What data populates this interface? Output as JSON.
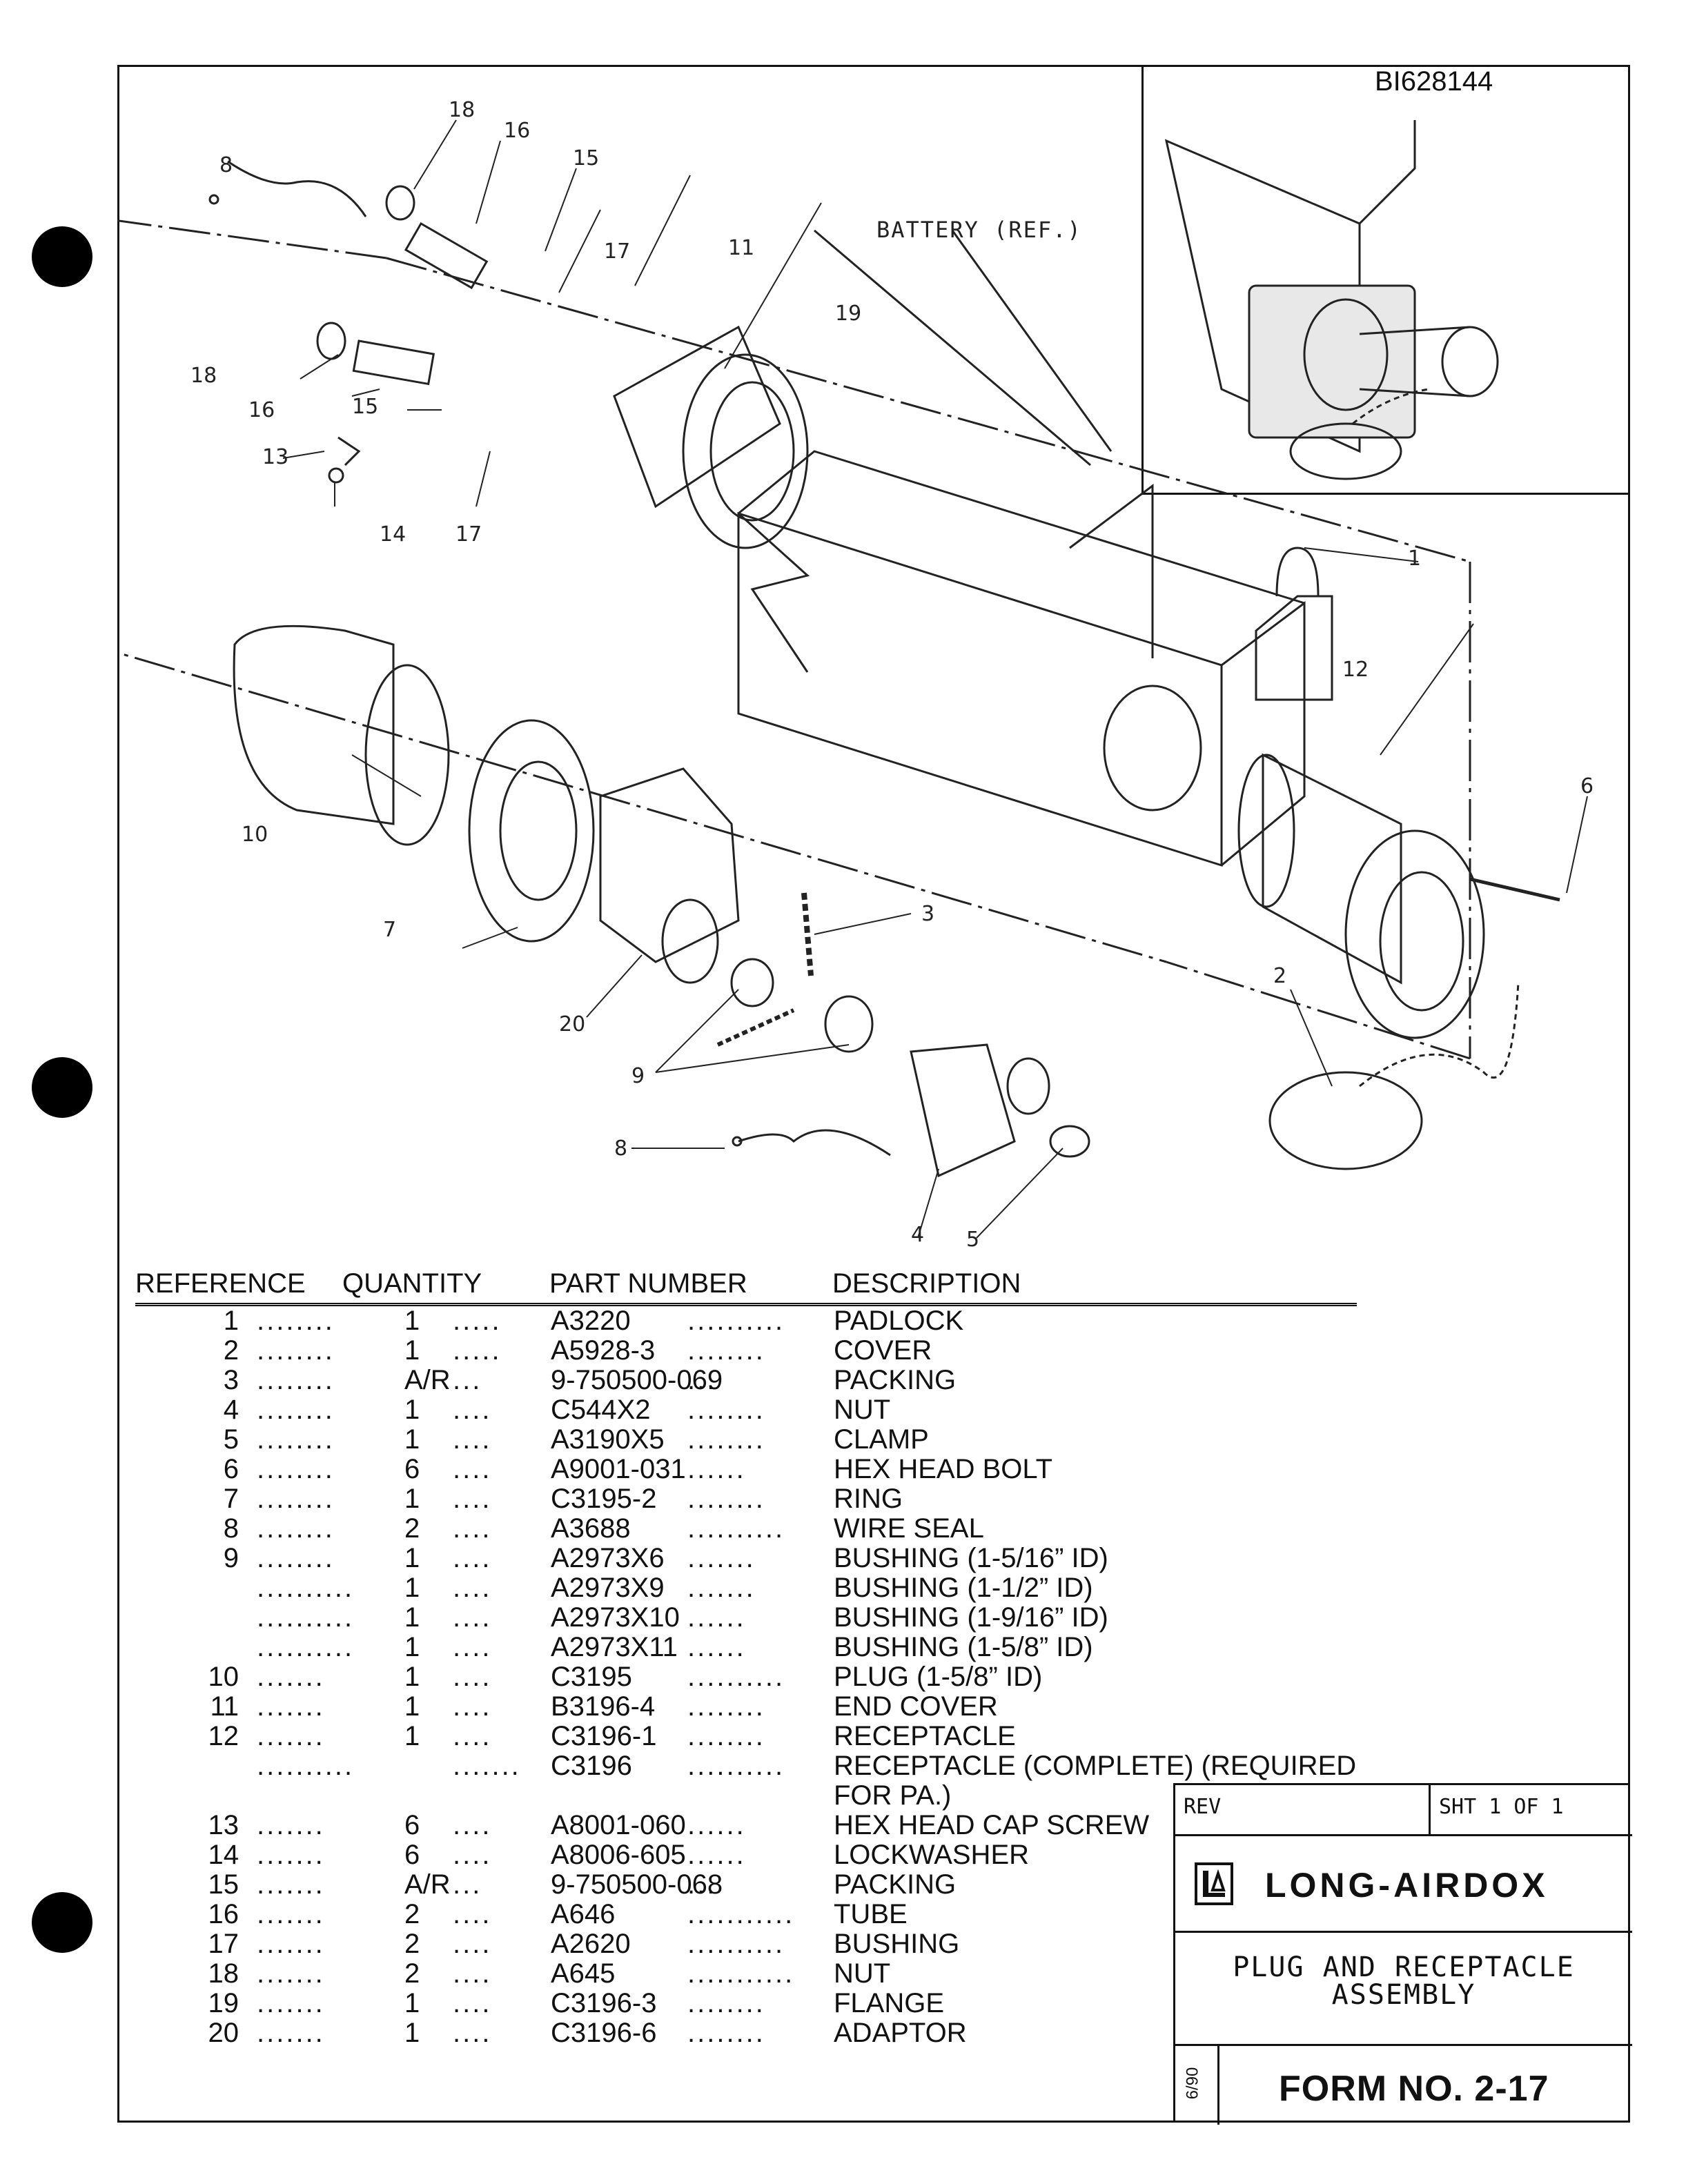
{
  "drawing_id": "BI628144",
  "battery_label": "BATTERY (REF.)",
  "callouts": [
    "18",
    "16",
    "15",
    "8",
    "17",
    "11",
    "19",
    "18",
    "16",
    "15",
    "13",
    "14",
    "17",
    "1",
    "12",
    "6",
    "10",
    "7",
    "3",
    "2",
    "20",
    "9",
    "8",
    "4",
    "5"
  ],
  "parts_header": {
    "reference": "REFERENCE",
    "quantity": "QUANTITY",
    "part_number": "PART NUMBER",
    "description": "DESCRIPTION"
  },
  "parts": [
    {
      "ref": "1",
      "d1": "........",
      "qty": "1",
      "d2": ".....",
      "part": "A3220",
      "d3": "..........",
      "desc": "PADLOCK"
    },
    {
      "ref": "2",
      "d1": "........",
      "qty": "1",
      "d2": ".....",
      "part": "A5928-3",
      "d3": "........",
      "desc": "COVER"
    },
    {
      "ref": "3",
      "d1": "........",
      "qty": "A/R",
      "d2": "...",
      "part": "9-750500-069",
      "d3": "...",
      "desc": "PACKING"
    },
    {
      "ref": "4",
      "d1": "........",
      "qty": "1",
      "d2": "....",
      "part": "C544X2",
      "d3": "........",
      "desc": "NUT"
    },
    {
      "ref": "5",
      "d1": "........",
      "qty": "1",
      "d2": "....",
      "part": "A3190X5",
      "d3": "........",
      "desc": "CLAMP"
    },
    {
      "ref": "6",
      "d1": "........",
      "qty": "6",
      "d2": "....",
      "part": "A9001-031",
      "d3": "......",
      "desc": "HEX HEAD BOLT"
    },
    {
      "ref": "7",
      "d1": "........",
      "qty": "1",
      "d2": "....",
      "part": "C3195-2",
      "d3": "........",
      "desc": "RING"
    },
    {
      "ref": "8",
      "d1": "........",
      "qty": "2",
      "d2": "....",
      "part": "A3688",
      "d3": "..........",
      "desc": "WIRE SEAL"
    },
    {
      "ref": "9",
      "d1": "........",
      "qty": "1",
      "d2": "....",
      "part": "A2973X6",
      "d3": ".......",
      "desc": "BUSHING (1-5/16” ID)"
    },
    {
      "ref": "",
      "d1": "..........",
      "qty": "1",
      "d2": "....",
      "part": "A2973X9",
      "d3": ".......",
      "desc": "BUSHING (1-1/2” ID)"
    },
    {
      "ref": "",
      "d1": "..........",
      "qty": "1",
      "d2": "....",
      "part": "A2973X10",
      "d3": "......",
      "desc": "BUSHING (1-9/16” ID)"
    },
    {
      "ref": "",
      "d1": "..........",
      "qty": "1",
      "d2": "....",
      "part": "A2973X11",
      "d3": "......",
      "desc": "BUSHING (1-5/8” ID)"
    },
    {
      "ref": "10",
      "d1": ".......",
      "qty": "1",
      "d2": "....",
      "part": "C3195",
      "d3": "..........",
      "desc": "PLUG (1-5/8” ID)"
    },
    {
      "ref": "11",
      "d1": ".......",
      "qty": "1",
      "d2": "....",
      "part": "B3196-4",
      "d3": "........",
      "desc": "END COVER"
    },
    {
      "ref": "12",
      "d1": ".......",
      "qty": "1",
      "d2": "....",
      "part": "C3196-1",
      "d3": "........",
      "desc": "RECEPTACLE"
    },
    {
      "ref": "",
      "d1": "..........",
      "qty": "",
      "d2": ".......",
      "part": "C3196",
      "d3": "..........",
      "desc": "RECEPTACLE (COMPLETE) (REQUIRED"
    },
    {
      "ref": "",
      "d1": "",
      "qty": "",
      "d2": "",
      "part": "",
      "d3": "",
      "desc": "FOR PA.)"
    },
    {
      "ref": "13",
      "d1": ".......",
      "qty": "6",
      "d2": "....",
      "part": "A8001-060",
      "d3": "......",
      "desc": "HEX HEAD CAP SCREW"
    },
    {
      "ref": "14",
      "d1": ".......",
      "qty": "6",
      "d2": "....",
      "part": "A8006-605",
      "d3": "......",
      "desc": "LOCKWASHER"
    },
    {
      "ref": "15",
      "d1": ".......",
      "qty": "A/R",
      "d2": "...",
      "part": "9-750500-068",
      "d3": "...",
      "desc": "PACKING"
    },
    {
      "ref": "16",
      "d1": ".......",
      "qty": "2",
      "d2": "....",
      "part": "A646",
      "d3": "...........",
      "desc": "TUBE"
    },
    {
      "ref": "17",
      "d1": ".......",
      "qty": "2",
      "d2": "....",
      "part": "A2620",
      "d3": "..........",
      "desc": "BUSHING"
    },
    {
      "ref": "18",
      "d1": ".......",
      "qty": "2",
      "d2": "....",
      "part": "A645",
      "d3": "...........",
      "desc": "NUT"
    },
    {
      "ref": "19",
      "d1": ".......",
      "qty": "1",
      "d2": "....",
      "part": "C3196-3",
      "d3": "........",
      "desc": "FLANGE"
    },
    {
      "ref": "20",
      "d1": ".......",
      "qty": "1",
      "d2": "....",
      "part": "C3196-6",
      "d3": "........",
      "desc": "ADAPTOR"
    }
  ],
  "title_block": {
    "rev": "REV",
    "sheet": "SHT 1   OF 1",
    "company": "LONG-AIRDOX",
    "title_line1": "PLUG AND RECEPTACLE",
    "title_line2": "ASSEMBLY",
    "date": "6/90",
    "form_no": "FORM NO.  2-17"
  }
}
